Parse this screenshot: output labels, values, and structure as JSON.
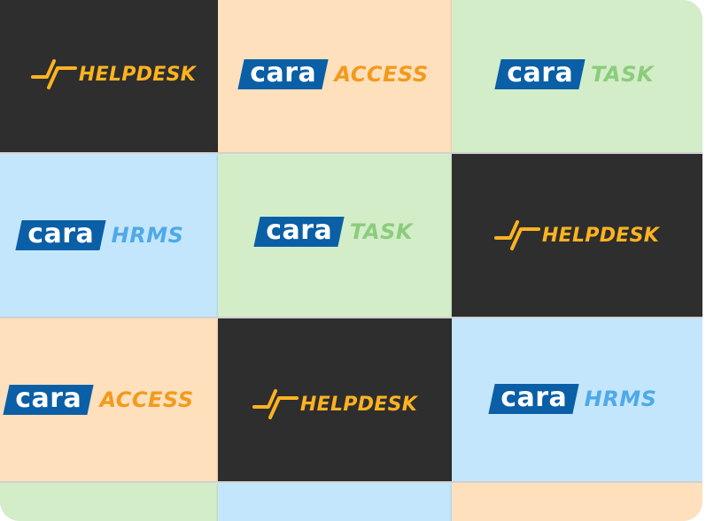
{
  "logos": {
    "cara_word": "cara",
    "access": "ACCESS",
    "task": "TASK",
    "hrms": "HRMS",
    "helpdesk": "HELPDESK"
  },
  "colors": {
    "dark_tile": "#2e2e2e",
    "peach_tile": "#fee0bd",
    "green_tile": "#d2edc8",
    "blue_tile": "#c4e6fd",
    "cara_blue": "#0a5fa6",
    "access_orange": "#f39a1b",
    "task_green": "#8ccc7c",
    "hrms_blue": "#4fa9e8",
    "helpdesk_yellow": "#ffb321"
  },
  "icons": {
    "helpdesk_mark": "pulse-cross-icon"
  }
}
